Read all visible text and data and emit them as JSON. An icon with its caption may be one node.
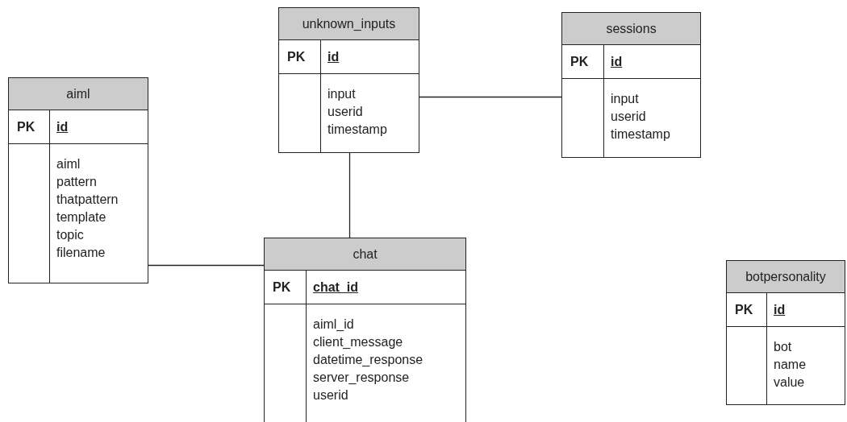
{
  "diagram": {
    "nodes": [
      {
        "text": [
          "unknown_inputs",
          "PK",
          "id",
          "input",
          "userid",
          "timestamp"
        ]
      },
      {
        "text": [
          "sessions",
          "PK",
          "id",
          "input",
          "userid",
          "timestamp"
        ]
      },
      {
        "text": [
          "aiml",
          "PK",
          "id",
          "aiml",
          "pattern",
          "thatpattern",
          "template",
          "topic",
          "filename"
        ]
      },
      {
        "text": [
          "chat",
          "PK",
          "chat_id",
          "aiml_id",
          "client_message",
          "datetime_response",
          "server_response",
          "userid"
        ]
      },
      {
        "text": [
          "botpersonality",
          "PK",
          "id",
          "bot",
          "name",
          "value"
        ]
      }
    ],
    "edges": [
      {
        "from": 0,
        "to": 1,
        "arrow": "none"
      },
      {
        "from": 0,
        "to": 3,
        "arrow": "none"
      },
      {
        "from": 2,
        "to": 3,
        "arrow": "none"
      }
    ]
  }
}
